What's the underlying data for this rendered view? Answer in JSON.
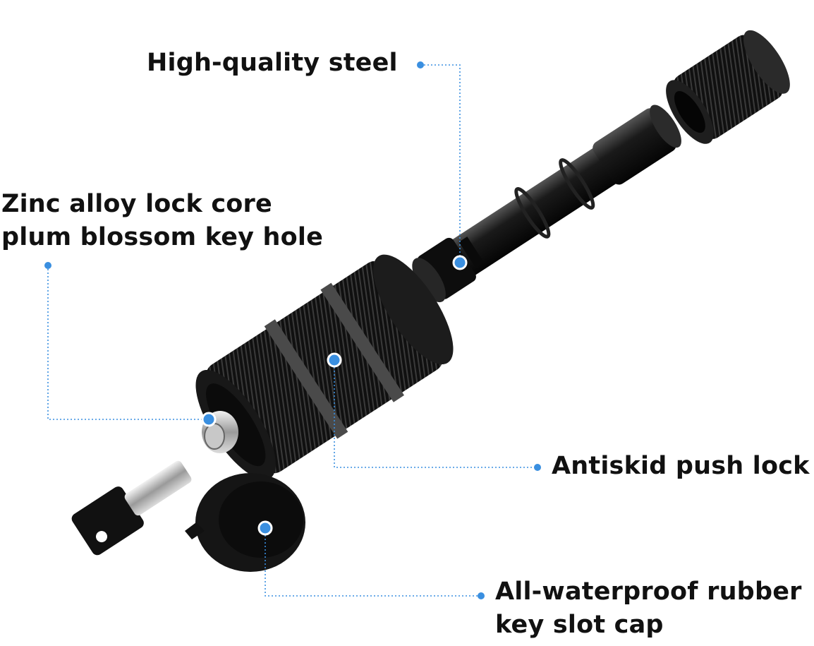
{
  "callouts": {
    "steel": {
      "text": "High-quality steel"
    },
    "core": {
      "line1": "Zinc alloy lock core",
      "line2": "plum blossom key hole"
    },
    "antiskid": {
      "text": "Antiskid push lock"
    },
    "cap": {
      "line1": "All-waterproof rubber",
      "line2": "key slot cap"
    }
  },
  "colors": {
    "accent": "#3a8fe0",
    "product": "#141414",
    "text": "#111111",
    "background": "#ffffff"
  }
}
